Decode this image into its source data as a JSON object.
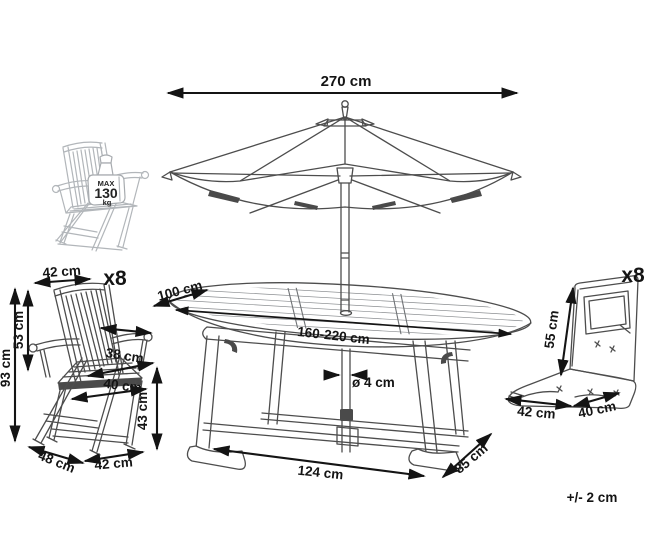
{
  "dims": {
    "umbrella_width": "270 cm",
    "table_width": "100 cm",
    "table_length": "160-220 cm",
    "pole_diameter": "ø 4 cm",
    "base_length": "124 cm",
    "base_depth": "85 cm"
  },
  "chair": {
    "quantity": "x8",
    "back_width": "42 cm",
    "height": "93 cm",
    "back_height": "53 cm",
    "seat_depth": "38 cm",
    "seat_width": "40 cm",
    "seat_height": "43 cm",
    "base_depth": "48 cm",
    "base_width": "42 cm",
    "max_load_label": "MAX",
    "max_load_value": "130",
    "max_load_unit": "kg"
  },
  "cushion": {
    "quantity": "x8",
    "back_height": "55 cm",
    "seat_width": "42 cm",
    "seat_depth": "40 cm"
  },
  "note": {
    "tolerance": "+/- 2 cm"
  },
  "colors": {
    "line": "#4d4d4d",
    "dimension": "#141414",
    "faded_line": "#b2b6ba",
    "background": "#ffffff"
  }
}
